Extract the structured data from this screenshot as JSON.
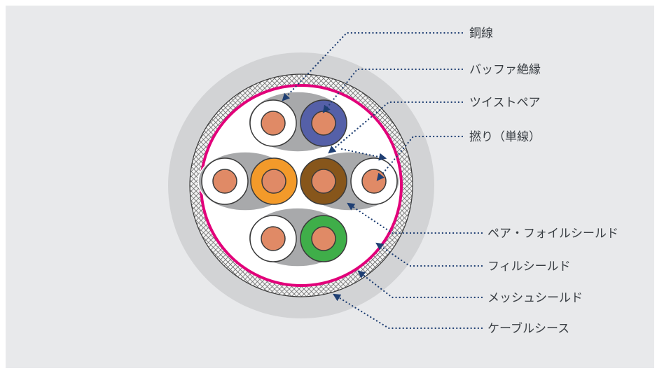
{
  "labels": {
    "copper": "銅線",
    "buffer": "バッファ絶縁",
    "twisted_pair": "ツイストペア",
    "drain_wire": "撚り（単線）",
    "pair_foil_shield": "ペア・フォイルシールド",
    "foil_shield": "フィルシールド",
    "mesh_shield": "メッシュシールド",
    "sheath": "ケーブルシース"
  },
  "colors": {
    "background": "#e8e9eb",
    "sheath": "#d2d3d5",
    "shield_ring": "#e2007a",
    "leader": "#1f3f73",
    "copper": "#e08a66",
    "blue": "#5560a8",
    "orange": "#f39a2a",
    "brown": "#87561b",
    "green": "#3fae49",
    "white": "#ffffff",
    "pair_foil": "#a8a9ab"
  }
}
